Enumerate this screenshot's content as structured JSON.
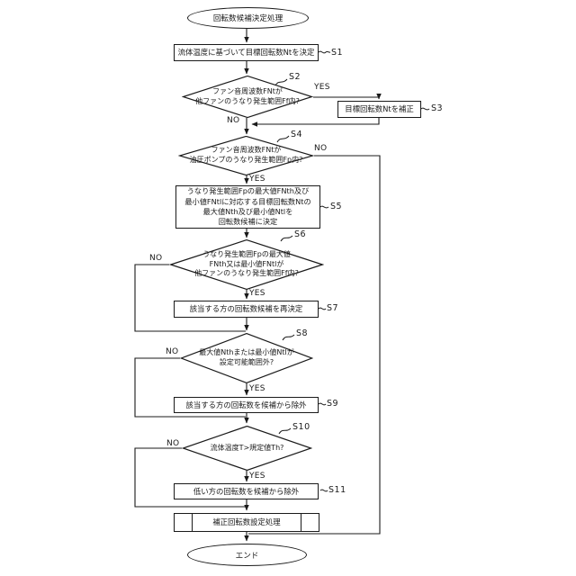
{
  "labels": {
    "yes": "YES",
    "no": "NO"
  },
  "nodes": {
    "start": {
      "label": "回転数候補決定処理"
    },
    "s1": {
      "step": "S1",
      "text": "流体温度に基づいて目標回転数Ntを決定"
    },
    "s2": {
      "step": "S2",
      "line1": "ファン音周波数FNtが",
      "line2": "他ファンのうなり発生範囲Ff内?"
    },
    "s3": {
      "step": "S3",
      "text": "目標回転数Ntを補正"
    },
    "s4": {
      "step": "S4",
      "line1": "ファン音周波数FNtが",
      "line2": "油圧ポンプのうなり発生範囲Fp内?"
    },
    "s5": {
      "step": "S5",
      "line1": "うなり発生範囲Fpの最大値FNth及び",
      "line2": "最小値FNtlに対応する目標回転数Ntの",
      "line3": "最大値Nth及び最小値Ntlを",
      "line4": "回転数候補に決定"
    },
    "s6": {
      "step": "S6",
      "line1": "うなり発生範囲Fpの最大値",
      "line2": "FNth又は最小値FNtlが",
      "line3": "他ファンのうなり発生範囲Ff内?"
    },
    "s7": {
      "step": "S7",
      "text": "該当する方の回転数候補を再決定"
    },
    "s8": {
      "step": "S8",
      "line1": "最大値Nthまたは最小値Ntlが",
      "line2": "設定可能範囲外?"
    },
    "s9": {
      "step": "S9",
      "text": "該当する方の回転数を候補から除外"
    },
    "s10": {
      "step": "S10",
      "text": "流体温度T>規定値Th?"
    },
    "s11": {
      "step": "S11",
      "text": "低い方の回転数を候補から除外"
    },
    "subroutine": {
      "text": "補正回転数設定処理"
    },
    "end": {
      "label": "エンド"
    }
  }
}
